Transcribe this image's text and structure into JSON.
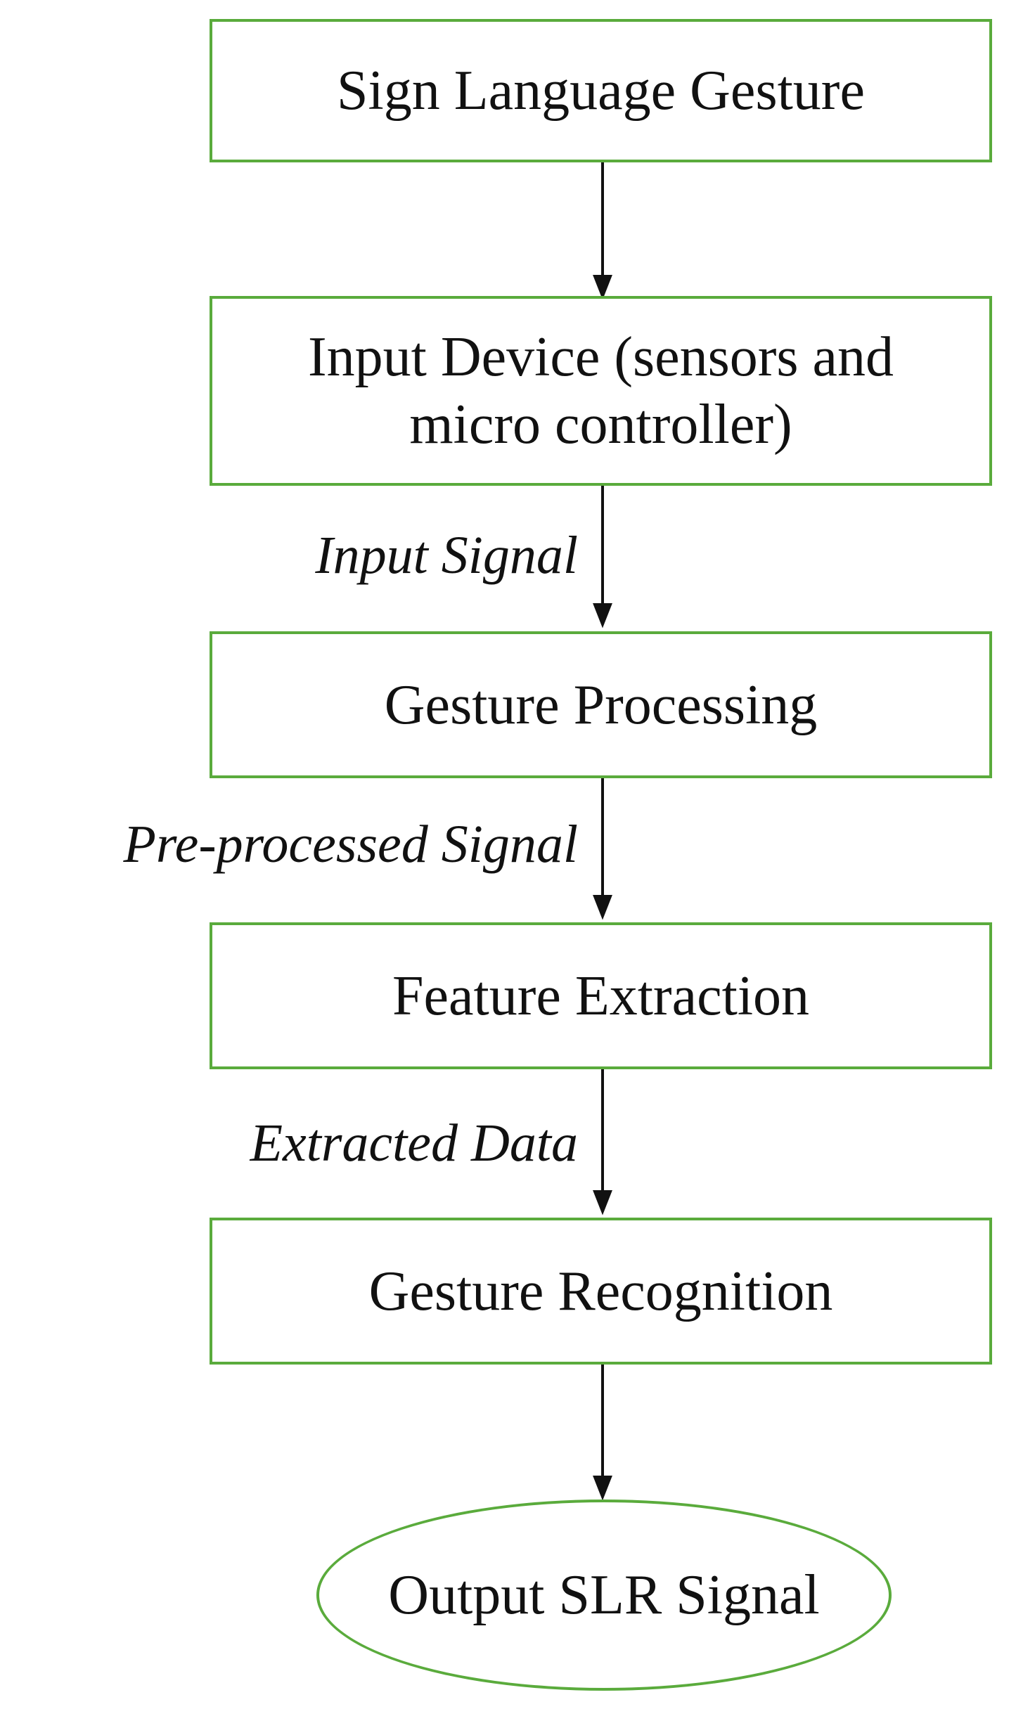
{
  "steps": [
    {
      "label": "Sign Language Gesture"
    },
    {
      "label": "Input Device (sensors and micro controller)"
    },
    {
      "label": "Gesture Processing"
    },
    {
      "label": "Feature Extraction"
    },
    {
      "label": "Gesture Recognition"
    }
  ],
  "output": {
    "label": "Output SLR Signal"
  },
  "edges": [
    {
      "label": ""
    },
    {
      "label": "Input Signal"
    },
    {
      "label": "Pre-processed Signal"
    },
    {
      "label": "Extracted Data"
    },
    {
      "label": ""
    }
  ],
  "colors": {
    "box_border": "#5aab3c",
    "arrow": "#111111"
  }
}
